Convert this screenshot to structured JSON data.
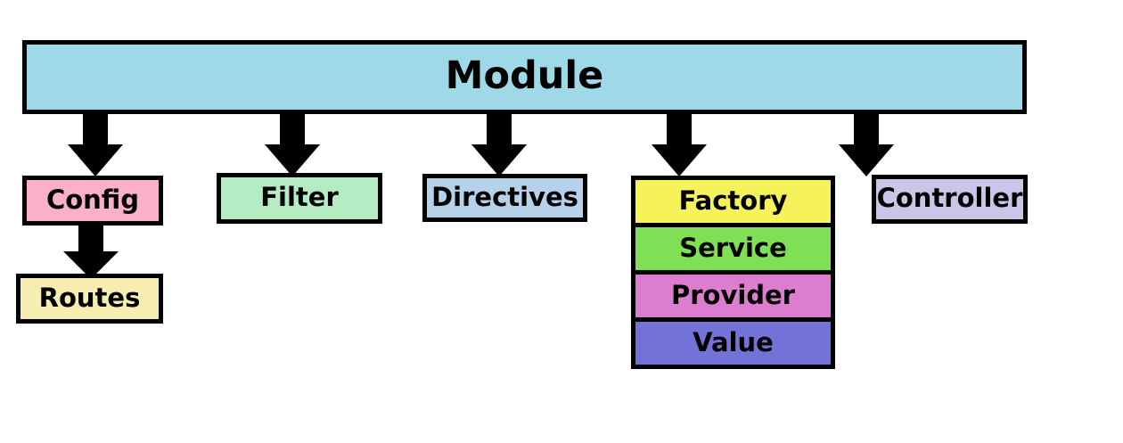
{
  "diagram": {
    "title": "Module",
    "root": {
      "label": "Module",
      "color": "#9fd9e8"
    },
    "children": [
      {
        "label": "Config",
        "color": "#f9b0c8"
      },
      {
        "label": "Filter",
        "color": "#b5ecc4"
      },
      {
        "label": "Directives",
        "color": "#b6d1ea"
      },
      {
        "label": "Controller",
        "color": "#cdc5e8"
      }
    ],
    "providers_stack": [
      {
        "label": "Factory",
        "color": "#f5f25a"
      },
      {
        "label": "Service",
        "color": "#7fe056"
      },
      {
        "label": "Provider",
        "color": "#dd7dd0"
      },
      {
        "label": "Value",
        "color": "#7272d8"
      }
    ],
    "grandchildren": [
      {
        "label": "Routes",
        "color": "#f5eeb0",
        "parent": "Config"
      }
    ],
    "edges": [
      {
        "from": "Module",
        "to": "Config"
      },
      {
        "from": "Module",
        "to": "Filter"
      },
      {
        "from": "Module",
        "to": "Directives"
      },
      {
        "from": "Module",
        "to": "Factory"
      },
      {
        "from": "Module",
        "to": "Controller"
      },
      {
        "from": "Config",
        "to": "Routes"
      }
    ],
    "style": {
      "border_color": "#000000",
      "background": "#ffffff",
      "arrow_color": "#000000",
      "text_color": "#000000"
    }
  }
}
